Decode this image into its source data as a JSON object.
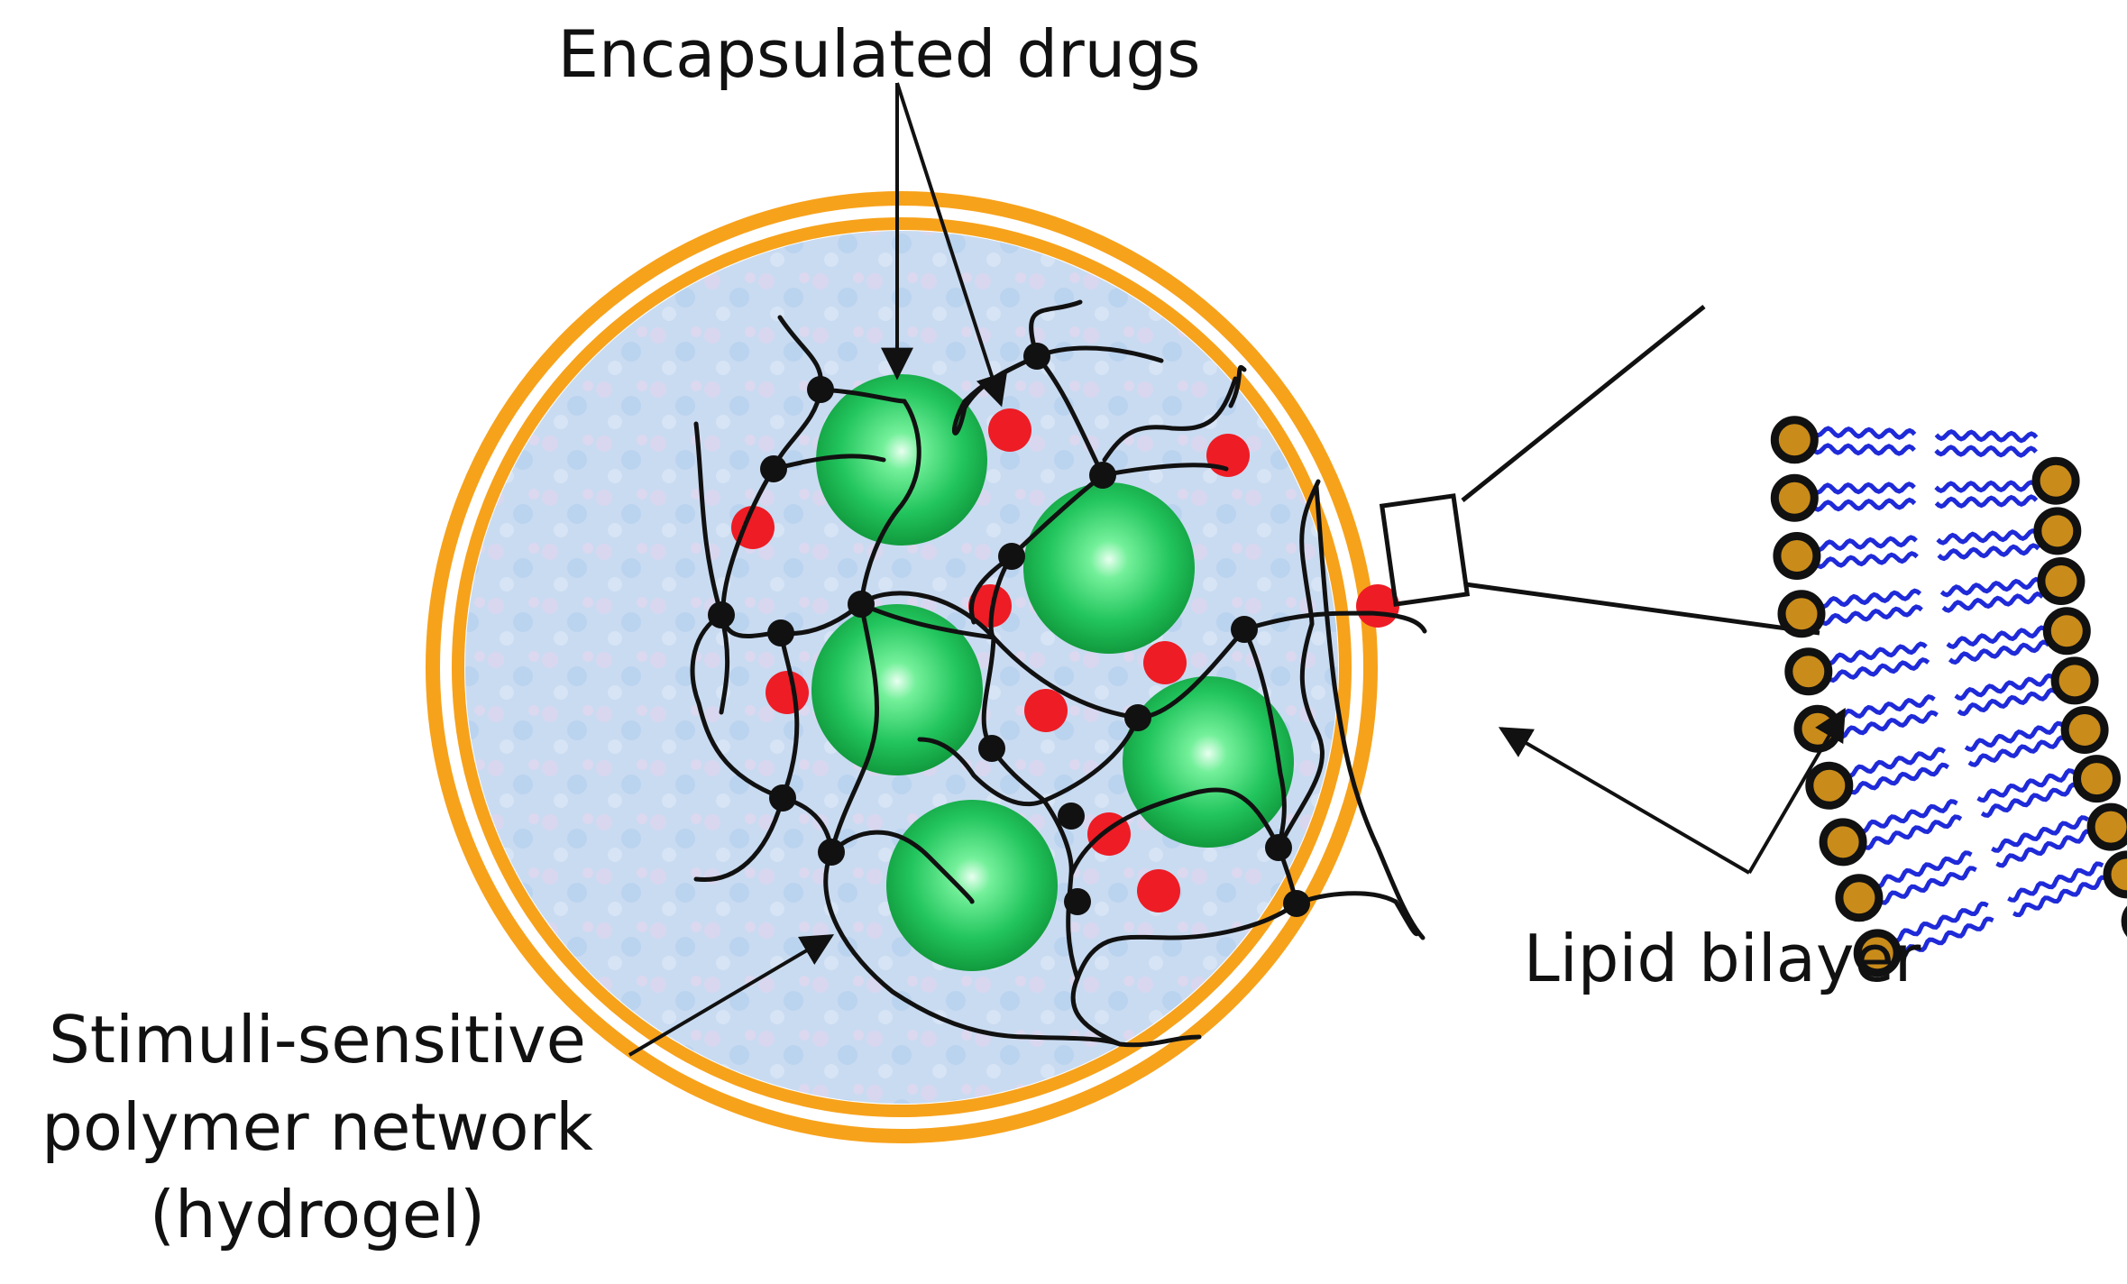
{
  "labels": {
    "encapsulated_drugs": "Encapsulated drugs",
    "lipid_bilayer": "Lipid bilayer",
    "polymer_line1": "Stimuli-sensitive",
    "polymer_line2": "polymer network",
    "polymer_line3": "(hydrogel)"
  },
  "colors": {
    "membrane": "#F7A21B",
    "core": "#C7DAF0",
    "drug_large": "#22C55E",
    "drug_small": "#EE1C25",
    "polymer": "#111111",
    "lipid_tail": "#1F2AD8",
    "lipid_head": "#C98B1A"
  },
  "icons": {
    "liposome": "liposome-icon",
    "zoom": "bilayer-zoom-icon"
  }
}
